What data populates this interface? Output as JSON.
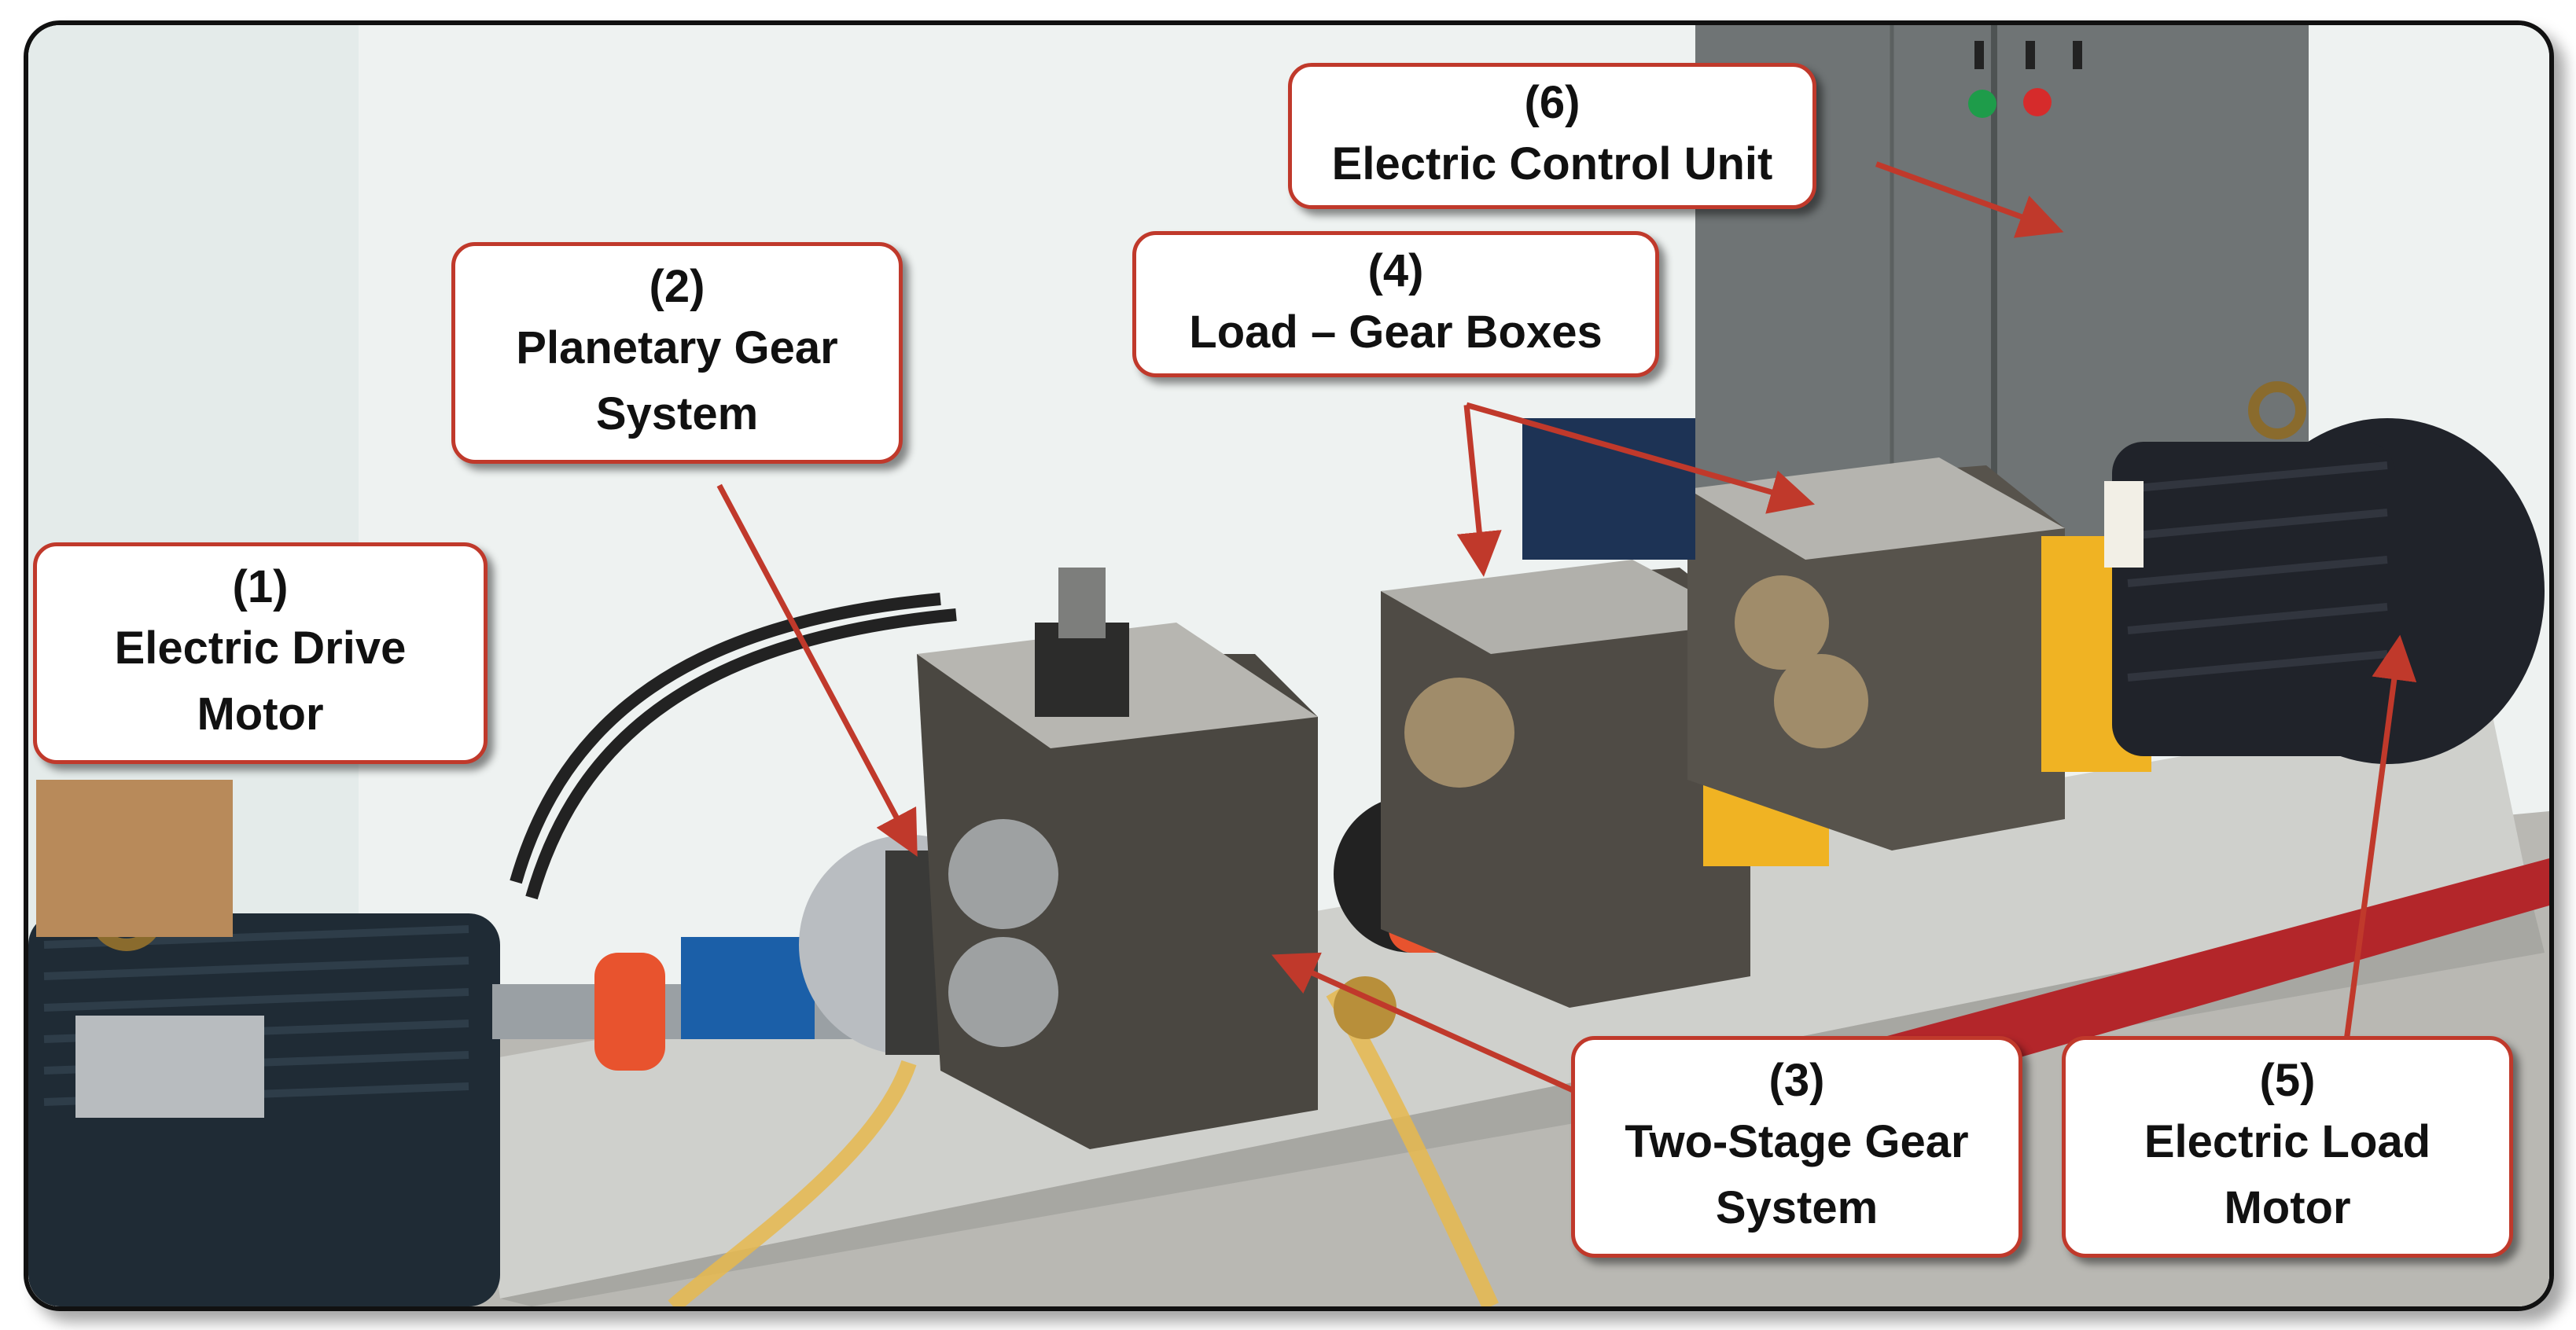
{
  "labels": [
    {
      "number": "(1)",
      "text": "Electric Drive\nMotor"
    },
    {
      "number": "(2)",
      "text": "Planetary Gear\nSystem"
    },
    {
      "number": "(3)",
      "text": "Two-Stage Gear\nSystem"
    },
    {
      "number": "(4)",
      "text": "Load – Gear Boxes"
    },
    {
      "number": "(5)",
      "text": "Electric Load\nMotor"
    },
    {
      "number": "(6)",
      "text": "Electric Control Unit"
    }
  ],
  "colors": {
    "annotation": "#c0392b",
    "motor_drive": "#1f2b35",
    "motor_load": "#20232a",
    "gearbox": "#4a4741",
    "yellow_housing": "#f0b323",
    "coupling": "#e8532e",
    "base": "#cfd0cc",
    "cabinet": "#6f7475",
    "wall": "#eef2f1"
  }
}
